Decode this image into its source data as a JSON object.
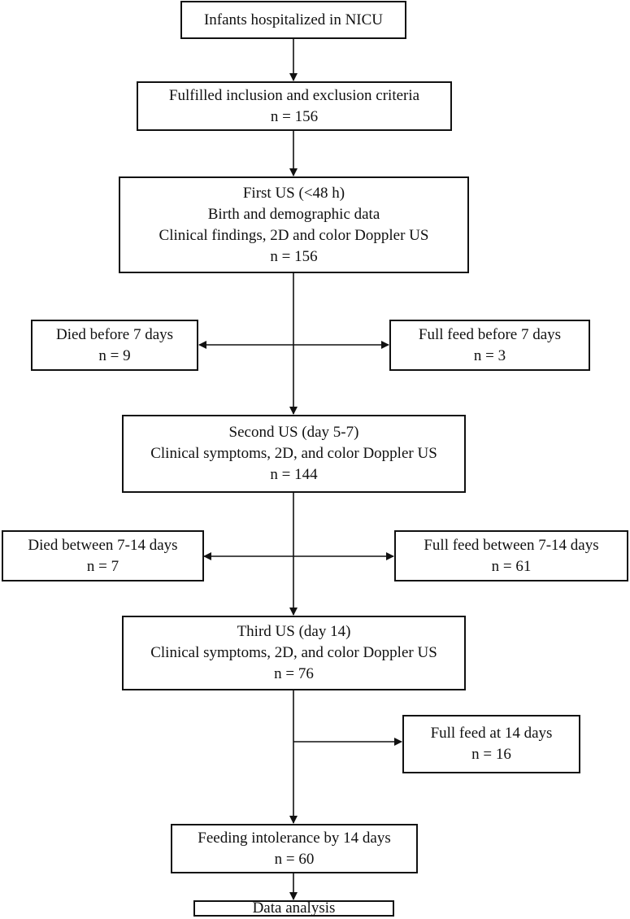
{
  "flowchart": {
    "nicu": {
      "line1": "Infants hospitalized in NICU"
    },
    "criteria": {
      "line1": "Fulfilled inclusion and exclusion criteria",
      "n": "n = 156"
    },
    "first_us": {
      "line1": "First US (<48 h)",
      "line2": "Birth and demographic data",
      "line3": "Clinical findings, 2D and color Doppler US",
      "n": "n = 156"
    },
    "died_7": {
      "line1": "Died before 7 days",
      "n": "n = 9"
    },
    "fullfeed_7": {
      "line1": "Full feed before 7 days",
      "n": "n = 3"
    },
    "second_us": {
      "line1": "Second US (day 5-7)",
      "line2": "Clinical symptoms, 2D, and color Doppler US",
      "n": "n = 144"
    },
    "died_7_14": {
      "line1": "Died between 7-14 days",
      "n": "n = 7"
    },
    "fullfeed_7_14": {
      "line1": "Full feed between 7-14 days",
      "n": "n = 61"
    },
    "third_us": {
      "line1": "Third US (day 14)",
      "line2": "Clinical symptoms, 2D, and color Doppler US",
      "n": "n = 76"
    },
    "fullfeed_14": {
      "line1": "Full feed at 14 days",
      "n": "n = 16"
    },
    "intolerance": {
      "line1": "Feeding intolerance by 14 days",
      "n": "n = 60"
    },
    "analysis": {
      "line1": "Data analysis"
    }
  },
  "colors": {
    "line": "#111111",
    "box_border": "#111111",
    "background": "#ffffff"
  }
}
